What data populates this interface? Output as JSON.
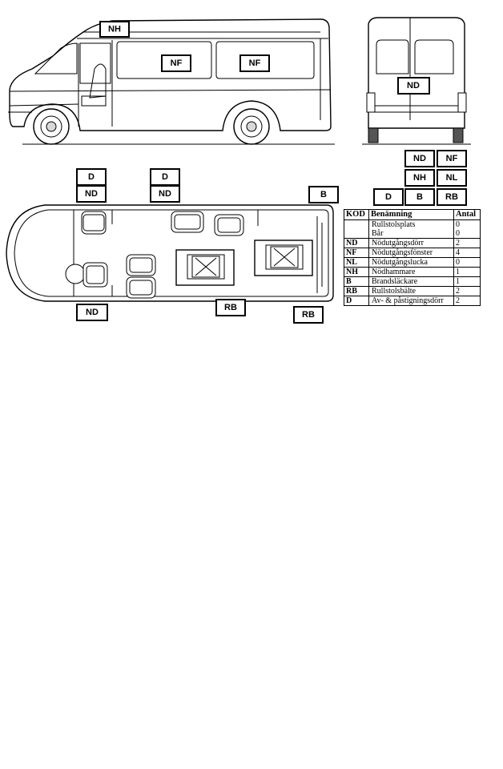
{
  "labels": {
    "NH": "NH",
    "NF": "NF",
    "ND": "ND",
    "NL": "NL",
    "D": "D",
    "B": "B",
    "RB": "RB"
  },
  "legend": {
    "headers": [
      "KOD",
      "Benämning",
      "Antal"
    ],
    "rows": [
      {
        "code": "",
        "name": "Rullstolsplats",
        "qty": "0"
      },
      {
        "code": "",
        "name": "Bår",
        "qty": "0"
      },
      {
        "code": "ND",
        "name": "Nödutgångsdörr",
        "qty": "2"
      },
      {
        "code": "NF",
        "name": "Nödutgångsfönster",
        "qty": "4"
      },
      {
        "code": "NL",
        "name": "Nödutgångslucka",
        "qty": "0"
      },
      {
        "code": "NH",
        "name": "Nödhammare",
        "qty": "1"
      },
      {
        "code": "B",
        "name": "Brandsläckare",
        "qty": "1"
      },
      {
        "code": "RB",
        "name": "Rullstolsbälte",
        "qty": "2"
      },
      {
        "code": "D",
        "name": "Av- & påstigningsdörr",
        "qty": "2"
      }
    ]
  }
}
